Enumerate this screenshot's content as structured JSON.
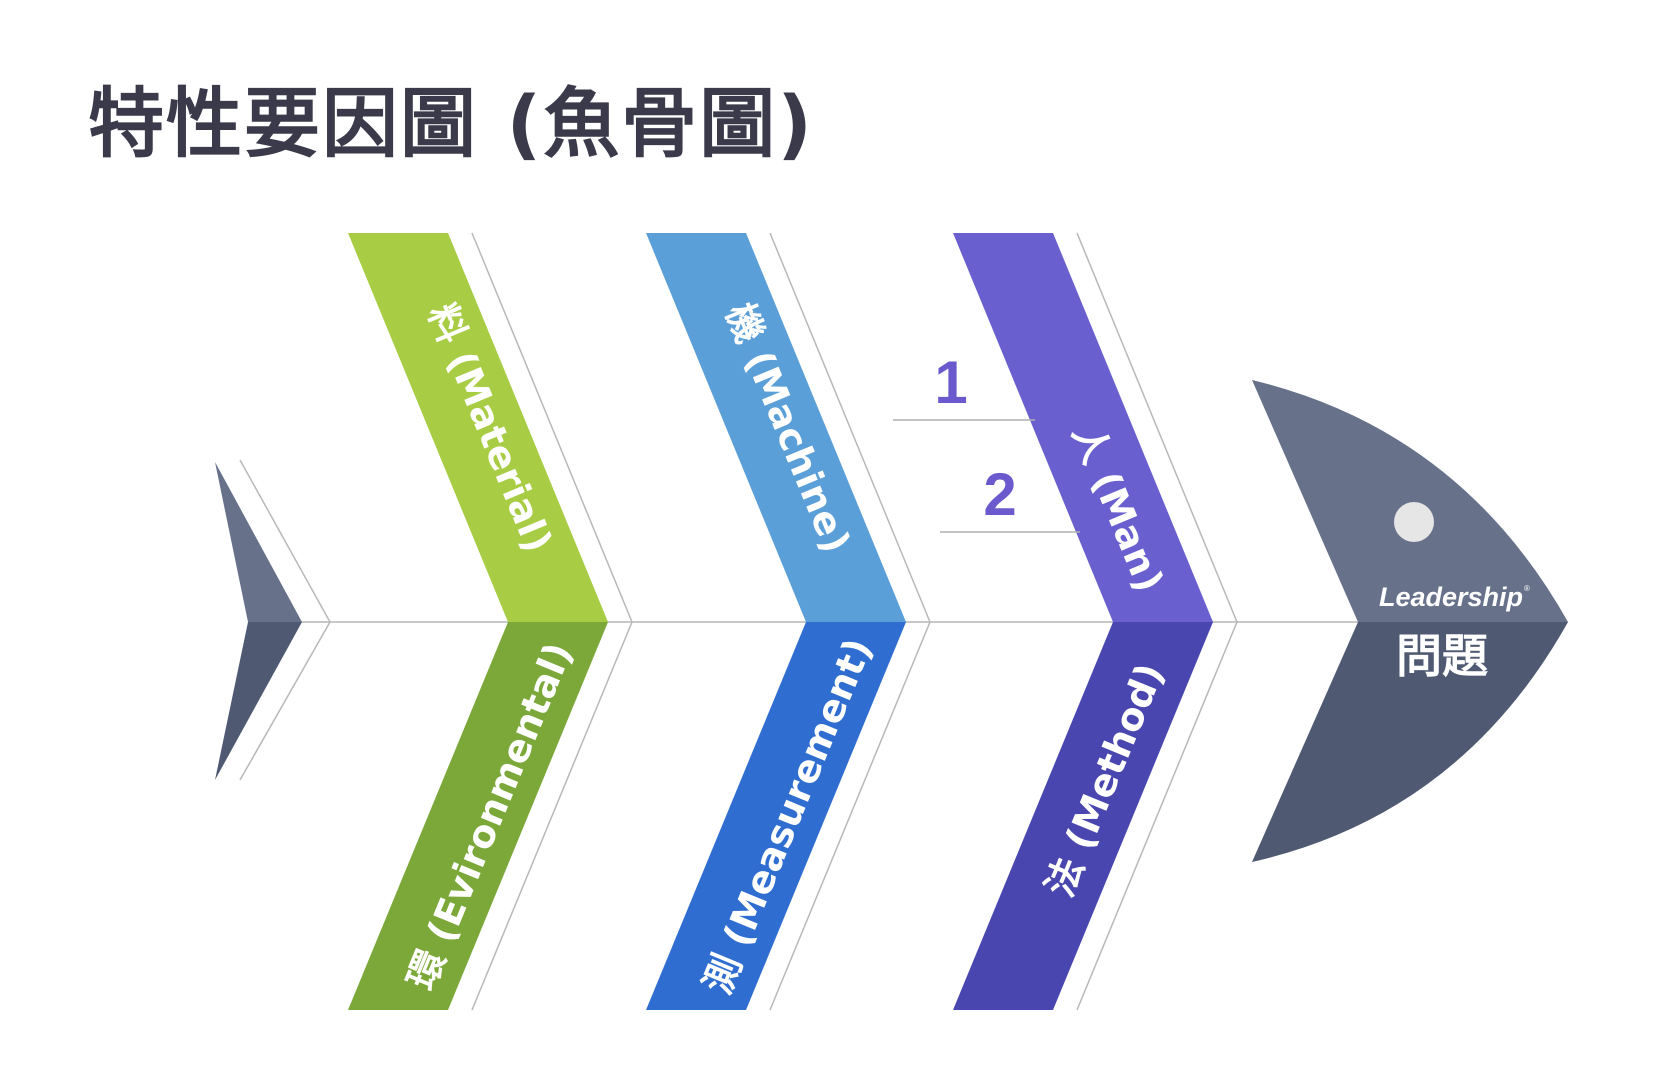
{
  "title": "特性要因圖 (魚骨圖)",
  "head": {
    "logo": "Leadership",
    "trademark": "®",
    "problem": "問題"
  },
  "branches": [
    {
      "id": "material",
      "label": "料 (Material)",
      "color": "#a8cc44"
    },
    {
      "id": "machine",
      "label": "機 (Machine)",
      "color": "#5a9fd8"
    },
    {
      "id": "man",
      "label": "人 (Man)",
      "color": "#6a5fcf"
    },
    {
      "id": "environment",
      "label": "環 (Evironmental)",
      "color": "#7ba838"
    },
    {
      "id": "measurement",
      "label": "測 (Measurement)",
      "color": "#2f6ed0"
    },
    {
      "id": "method",
      "label": "法 (Method)",
      "color": "#4a46b0"
    }
  ],
  "sub_causes": [
    "1",
    "2"
  ],
  "colors": {
    "title": "#3a3a4a",
    "fish_head_top": "#67728a",
    "fish_head_bottom": "#4f5a72",
    "spine": "#c8c8c8",
    "eye": "#e6e6e6",
    "number": "#6a5acd"
  }
}
